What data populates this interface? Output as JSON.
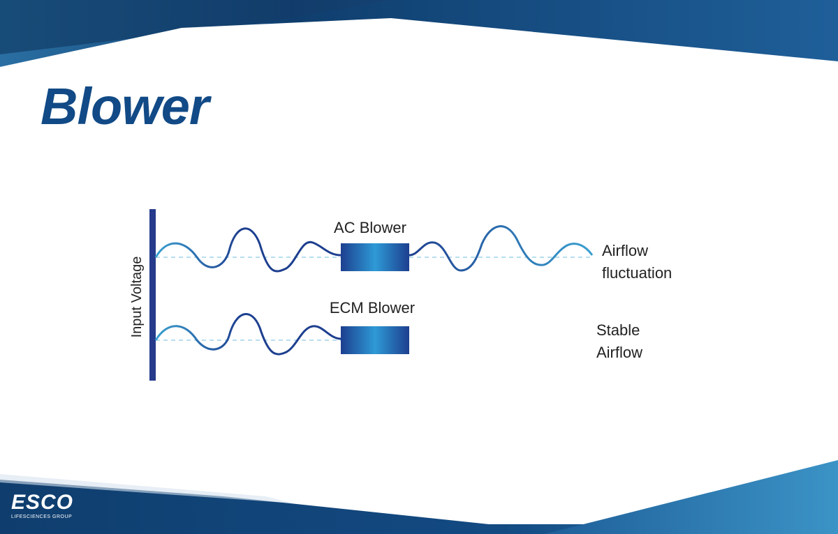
{
  "slide": {
    "title": "Blower"
  },
  "diagram": {
    "axis_label": "Input Voltage",
    "top_row": {
      "component_label": "AC Blower",
      "output_label_line1": "Airflow",
      "output_label_line2": "fluctuation"
    },
    "bottom_row": {
      "component_label": "ECM Blower",
      "output_label_line1": "Stable",
      "output_label_line2": "Airflow"
    },
    "colors": {
      "wave_light": "#3a9fd0",
      "wave_dark": "#1d3f8f",
      "baseline": "#9fd3ea",
      "box_edge": "#1d3f8f",
      "box_center": "#2e9ad6",
      "axis": "#253a8a"
    }
  },
  "footer": {
    "logo_text": "ESCO",
    "logo_subtext": "LIFESCIENCES GROUP"
  },
  "theme": {
    "title_color": "#114a86",
    "banner_dark": "#0f3e6e",
    "banner_light": "#2f7fb4"
  }
}
